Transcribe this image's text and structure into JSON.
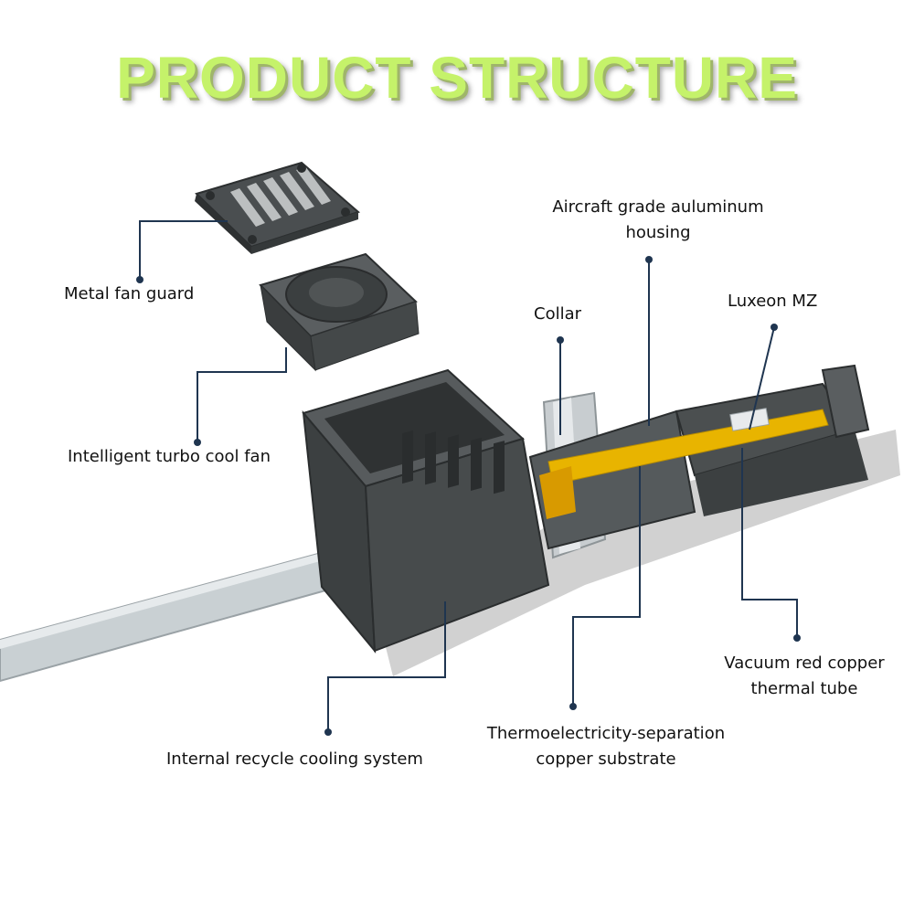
{
  "title": "PRODUCT STRUCTURE",
  "colors": {
    "title": "#c5f26a",
    "leader": "#1f3550",
    "body_dark": "#3f4344",
    "copper_strip": "#e8b400",
    "cable": "#c9d0d3"
  },
  "labels": {
    "metal_fan_guard": "Metal fan guard",
    "intelligent_fan": "Intelligent turbo cool fan",
    "internal_cooling": "Internal recycle cooling system",
    "collar": "Collar",
    "aluminum_housing_1": "Aircraft grade auluminum",
    "aluminum_housing_2": "housing",
    "luxeon": "Luxeon MZ",
    "copper_tube_1": "Vacuum red copper",
    "copper_tube_2": "thermal tube",
    "substrate_1": "Thermoelectricity-separation",
    "substrate_2": "copper substrate"
  }
}
